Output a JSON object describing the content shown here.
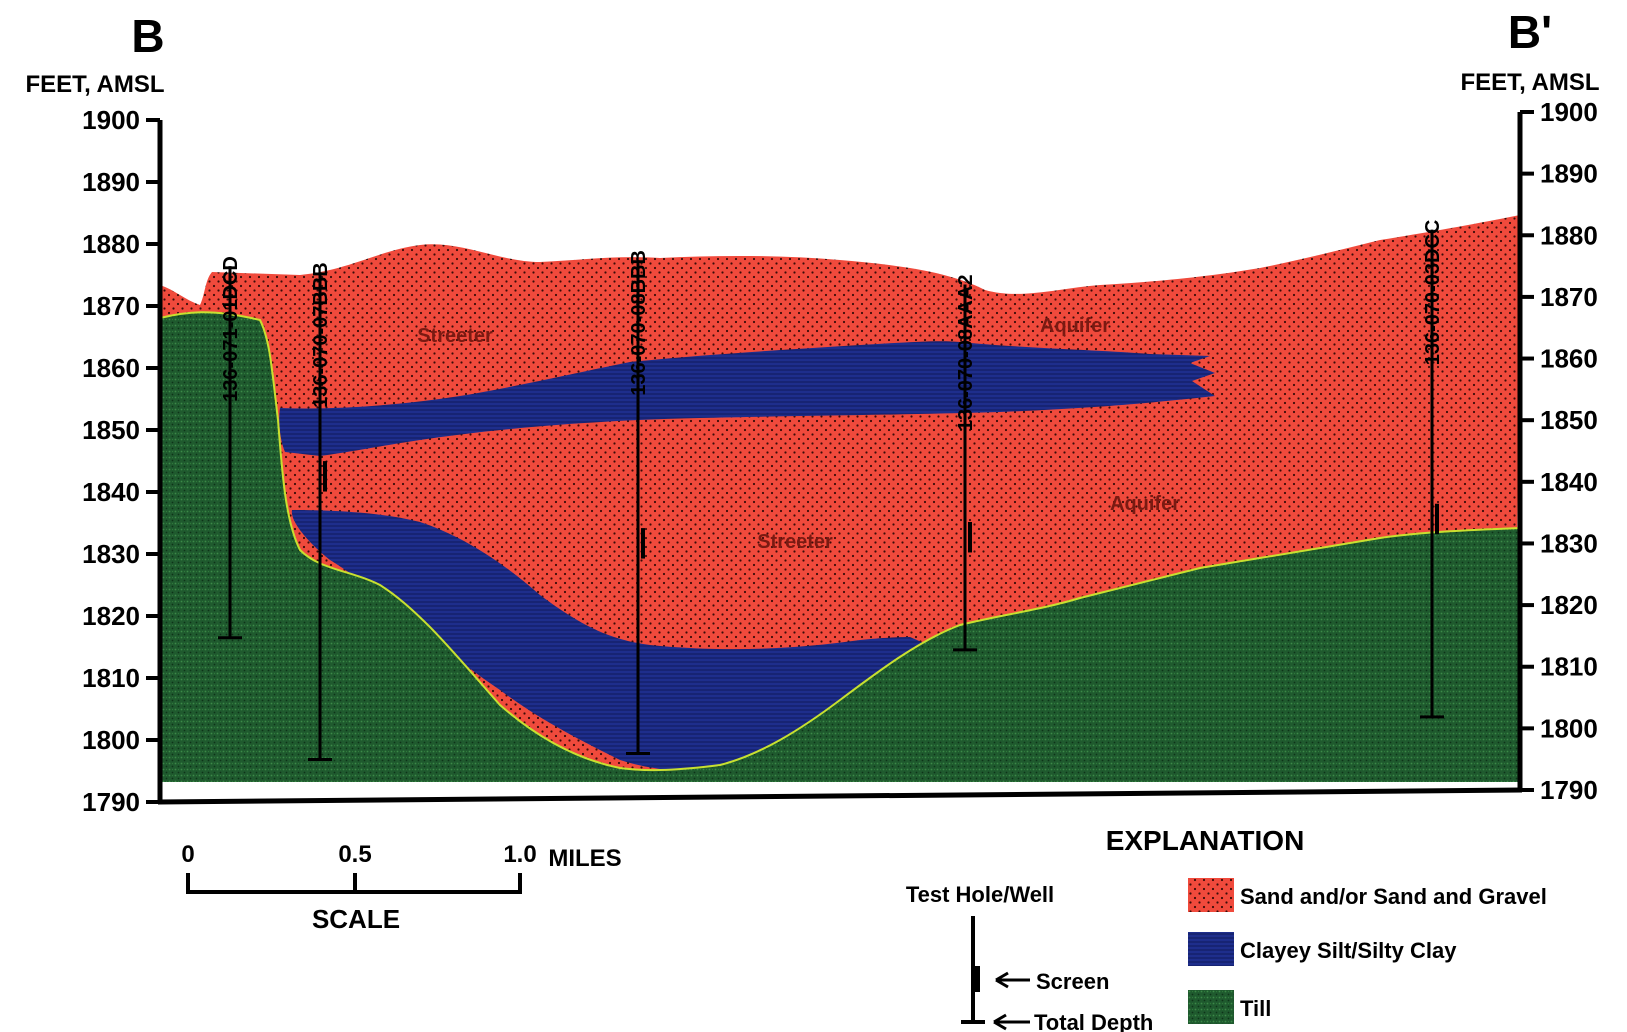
{
  "section": {
    "left_label": "B",
    "right_label": "B'",
    "left_axis_title": "FEET, AMSL",
    "right_axis_title": "FEET, AMSL"
  },
  "axis": {
    "min": 1790,
    "max": 1900,
    "step": 10,
    "ticks": [
      "1900",
      "1890",
      "1880",
      "1870",
      "1860",
      "1850",
      "1840",
      "1830",
      "1820",
      "1810",
      "1800",
      "1790"
    ]
  },
  "units": [
    {
      "key": "sand",
      "labels": [
        "Streeter",
        "Aquifer",
        "Streeter",
        "Aquifer"
      ]
    },
    {
      "key": "clay"
    },
    {
      "key": "till"
    }
  ],
  "unit_labels": [
    "Streeter",
    "Aquifer",
    "Streeter",
    "Aquifer"
  ],
  "wells": [
    {
      "name": "136-071-01DCD",
      "top_ft": 1876,
      "total_depth_ft": 1815,
      "screen_ft": null
    },
    {
      "name": "136-070-07BBB",
      "top_ft": 1875,
      "total_depth_ft": 1795,
      "screen_ft": [
        1844,
        1839
      ]
    },
    {
      "name": "136-070-08BBB",
      "top_ft": 1877,
      "total_depth_ft": 1796,
      "screen_ft": [
        1833,
        1828
      ]
    },
    {
      "name": "136-070-08AAA2",
      "top_ft": 1873,
      "total_depth_ft": 1813,
      "screen_ft": [
        1834,
        1829
      ]
    },
    {
      "name": "136-070-03DCC",
      "top_ft": 1882,
      "total_depth_ft": 1802,
      "screen_ft": [
        1837,
        1832
      ]
    }
  ],
  "scale": {
    "title": "SCALE",
    "ticks": [
      "0",
      "0.5",
      "1.0"
    ],
    "unit": "MILES"
  },
  "explanation": {
    "title": "EXPLANATION",
    "well_title": "Test Hole/Well",
    "screen_label": "Screen",
    "depth_label": "Total Depth",
    "items": [
      {
        "label": "Sand and/or Sand and Gravel",
        "color": "#f04a3c"
      },
      {
        "label": "Clayey Silt/Silty Clay",
        "color": "#1e2e8c"
      },
      {
        "label": "Till",
        "color": "#1f5a2e"
      }
    ]
  },
  "colors": {
    "sand": "#f04a3c",
    "clay": "#1e2e8c",
    "till": "#1f5a2e",
    "axis": "#000000"
  }
}
